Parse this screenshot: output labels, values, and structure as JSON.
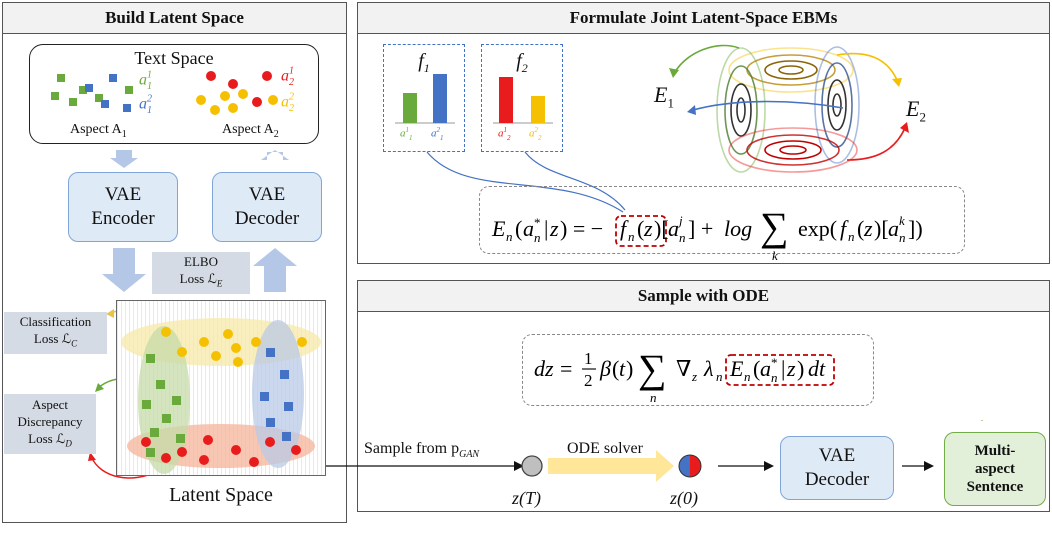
{
  "panels": {
    "build": "Build Latent Space",
    "formulate": "Formulate Joint Latent-Space EBMs",
    "sample": "Sample with ODE"
  },
  "text_space": {
    "title": "Text Space",
    "aspect1_caption": "Aspect A",
    "aspect1_sub": "1",
    "aspect2_caption": "Aspect A",
    "aspect2_sub": "2",
    "labels": [
      "a",
      "a",
      "a",
      "a"
    ],
    "label_subs": [
      "1",
      "1",
      "2",
      "2"
    ],
    "label_sups": [
      "1",
      "2",
      "1",
      "2"
    ]
  },
  "vae_encoder": [
    "VAE",
    "Encoder"
  ],
  "vae_decoder": [
    "VAE",
    "Decoder"
  ],
  "elbo": {
    "line1": "ELBO",
    "line2": "Loss ℒ",
    "sub": "E"
  },
  "classification": {
    "line1": "Classification",
    "line2": "Loss ℒ",
    "sub": "C"
  },
  "discrepancy": {
    "line1": "Aspect",
    "line2": "Discrepancy",
    "line3": "Loss ℒ",
    "sub": "D"
  },
  "latent_space_label": "Latent Space",
  "ebm": {
    "f1": "f",
    "f1_sub": "1",
    "f2": "f",
    "f2_sub": "2",
    "f1_ticks": [
      "a",
      "a"
    ],
    "f1_tick_subs": [
      "1",
      "1"
    ],
    "f1_tick_sups": [
      "1",
      "2"
    ],
    "f2_ticks": [
      "a",
      "a"
    ],
    "f2_tick_subs": [
      "2",
      "2"
    ],
    "f2_tick_sups": [
      "1",
      "2"
    ],
    "e1": "E",
    "e1_sub": "1",
    "e2": "E",
    "e2_sub": "2",
    "equation": "E_n(a*_n|z) = −f_n(z)[a^j_n] + log Σ_k exp(f_n(z)[a^k_n])"
  },
  "ode": {
    "equation": "dz = ½ β(t) Σ_n ∇_z λ_n E_n(a*_n|z) dt",
    "sample_from": "Sample from p",
    "sample_sub": "GAN",
    "solver": "ODE solver",
    "zT": "z(T)",
    "z0": "z(0)",
    "decoder": [
      "VAE",
      "Decoder"
    ],
    "output": [
      "Multi-",
      "aspect",
      "Sentence"
    ]
  },
  "colors": {
    "green": "#6aaa3c",
    "blue": "#4472c4",
    "red": "#e81c1c",
    "yellow": "#f5c000",
    "vae_fill": "#dfeaf7",
    "output_fill": "#e2f0d9",
    "check": "#70ad47"
  }
}
